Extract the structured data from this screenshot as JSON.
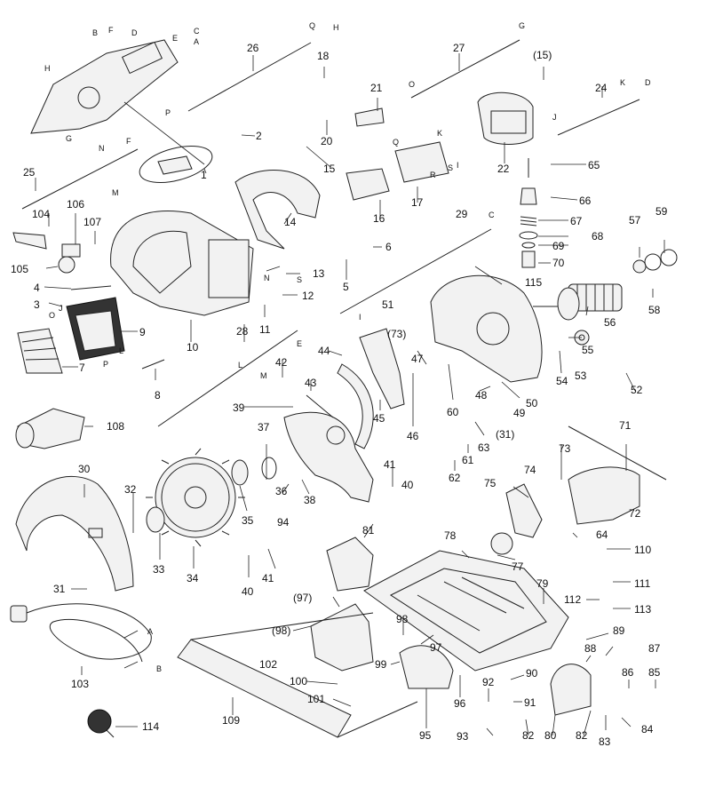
{
  "diagram": {
    "parts": [
      "1",
      "2",
      "3",
      "4",
      "5",
      "6",
      "7",
      "8",
      "9",
      "10",
      "11",
      "12",
      "13",
      "14",
      "15",
      "16",
      "17",
      "18",
      "20",
      "21",
      "22",
      "24",
      "25",
      "26",
      "27",
      "28",
      "29",
      "30",
      "31",
      "32",
      "33",
      "34",
      "35",
      "36",
      "37",
      "38",
      "39",
      "40",
      "41",
      "42",
      "43",
      "44",
      "45",
      "46",
      "47",
      "48",
      "49",
      "50",
      "51",
      "52",
      "53",
      "54",
      "55",
      "56",
      "57",
      "58",
      "59",
      "60",
      "61",
      "62",
      "63",
      "64",
      "65",
      "66",
      "67",
      "68",
      "69",
      "70",
      "71",
      "72",
      "73",
      "74",
      "75",
      "77",
      "78",
      "79",
      "80",
      "81",
      "82",
      "83",
      "84",
      "85",
      "86",
      "87",
      "88",
      "89",
      "90",
      "91",
      "92",
      "93",
      "94",
      "95",
      "96",
      "97",
      "98",
      "99",
      "100",
      "101",
      "102",
      "103",
      "104",
      "105",
      "106",
      "107",
      "108",
      "109",
      "110",
      "111",
      "112",
      "113",
      "114",
      "115",
      "(15)",
      "(31)",
      "(73)",
      "(97)",
      "(98)"
    ],
    "wire_letters": [
      "A",
      "B",
      "C",
      "D",
      "E",
      "F",
      "G",
      "H",
      "I",
      "J",
      "K",
      "L",
      "M",
      "N",
      "O",
      "P",
      "Q",
      "R",
      "S"
    ]
  }
}
